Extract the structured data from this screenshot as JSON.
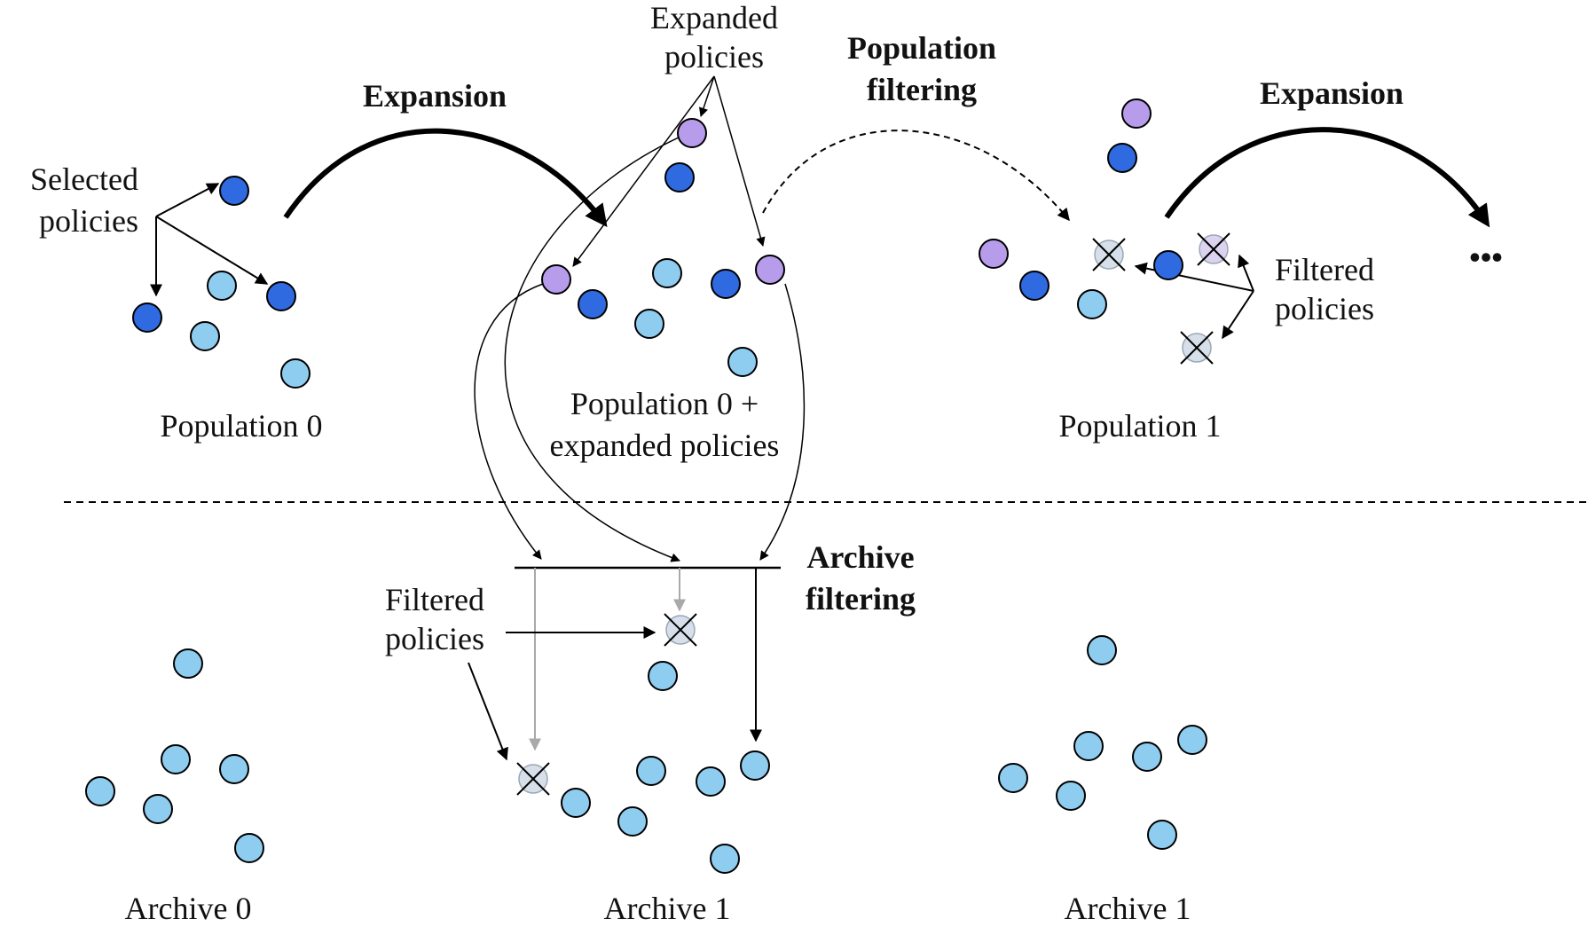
{
  "colors": {
    "selected": "#2f6ae0",
    "expanded": "#b89cec",
    "regular": "#8fcdf0",
    "filtered": "#d7e0ea",
    "gray_arrow": "#a9a9a9",
    "ink": "#000000"
  },
  "labels": {
    "expansion_1": "Expansion",
    "expansion_2": "Expansion",
    "population_filtering_1": "Population",
    "population_filtering_2": "filtering",
    "archive_filtering_1": "Archive",
    "archive_filtering_2": "filtering",
    "selected_policies_1": "Selected",
    "selected_policies_2": "policies",
    "expanded_policies_1": "Expanded",
    "expanded_policies_2": "policies",
    "filtered_policies_top_1": "Filtered",
    "filtered_policies_top_2": "policies",
    "filtered_policies_bottom_1": "Filtered",
    "filtered_policies_bottom_2": "policies",
    "population_0": "Population 0",
    "population_0_plus_1": "Population 0 +",
    "population_0_plus_2": "expanded policies",
    "population_1": "Population 1",
    "archive_0": "Archive 0",
    "archive_1_middle": "Archive 1",
    "archive_1_right": "Archive 1",
    "continuation": "•••"
  }
}
